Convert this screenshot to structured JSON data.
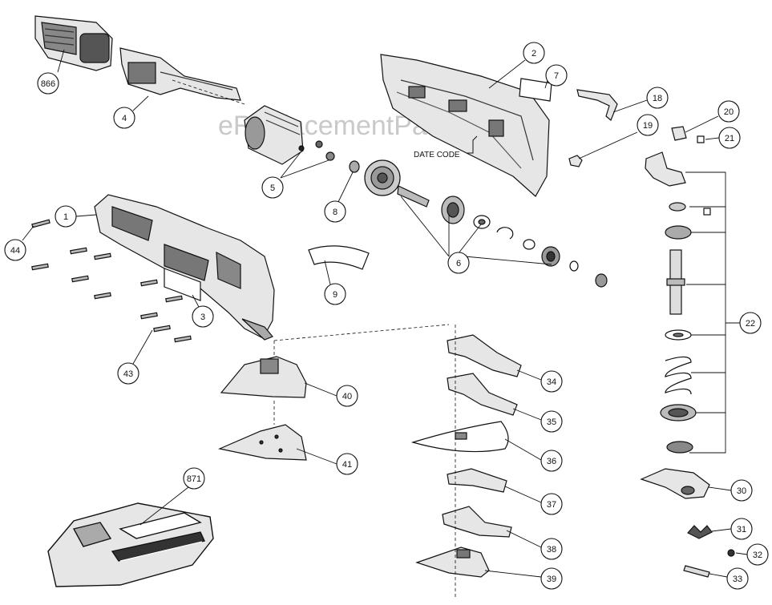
{
  "watermark": "eReplacementParts.com",
  "date_code_label": "DATE CODE",
  "callouts": [
    "866",
    "4",
    "5",
    "8",
    "2",
    "7",
    "18",
    "19",
    "20",
    "21",
    "1",
    "44",
    "3",
    "43",
    "9",
    "6",
    "22",
    "40",
    "41",
    "34",
    "35",
    "36",
    "37",
    "38",
    "39",
    "30",
    "31",
    "32",
    "33",
    "871"
  ],
  "colors": {
    "line": "#111111",
    "part_fill": "#e6e6e6",
    "dark_fill": "#444444",
    "watermark": "#c9c9c9"
  }
}
